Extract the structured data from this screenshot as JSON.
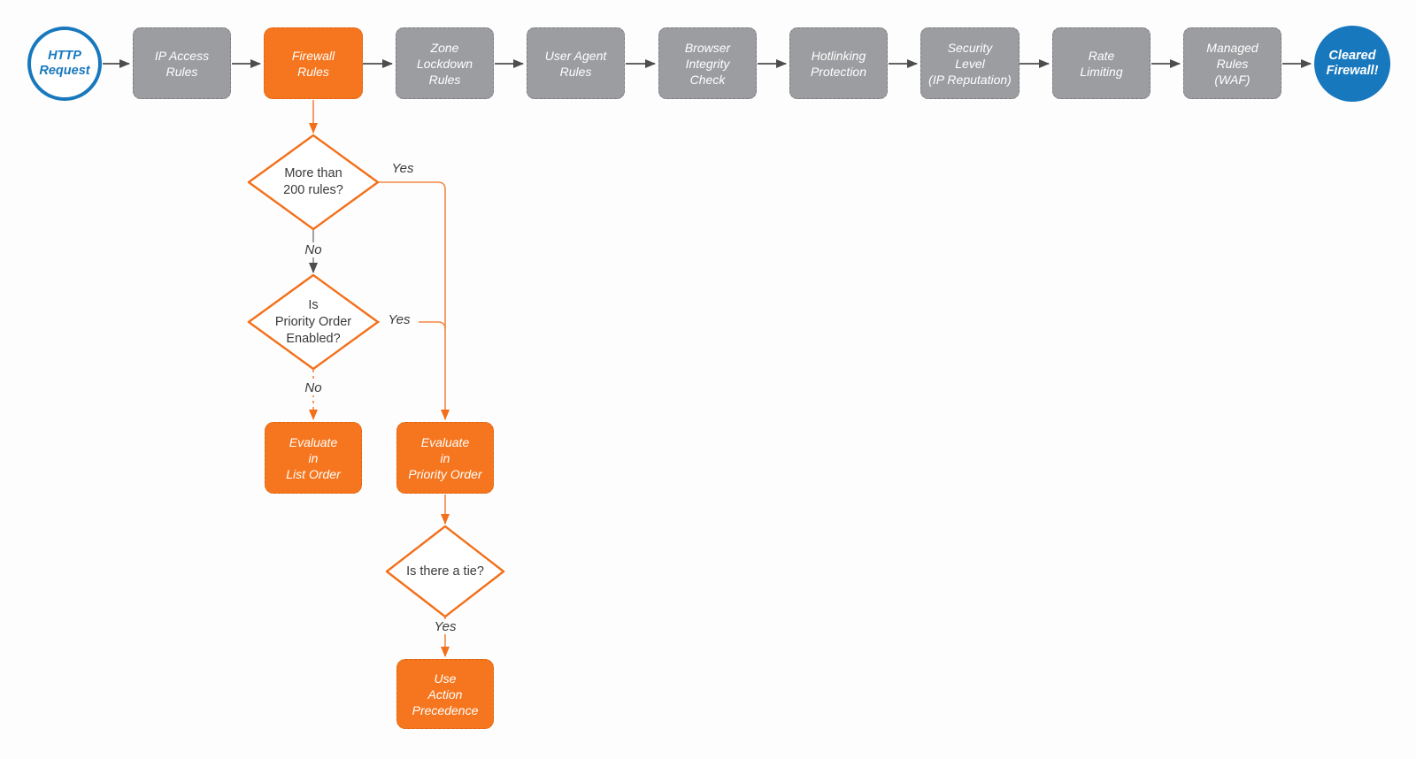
{
  "colors": {
    "orange_line": "#F3701B",
    "orange_fill": "#F5761E",
    "gray_fill": "#9C9DA0",
    "blue": "#1878BE",
    "arrow_gray": "#4D4D4D",
    "text_dark": "#3A3A3A",
    "node_text": "#FFFFFF"
  },
  "nodes": {
    "http_request": {
      "type": "terminator-start",
      "label": "HTTP\nRequest"
    },
    "ip_access": {
      "type": "process",
      "label": "IP Access\nRules"
    },
    "firewall": {
      "type": "process-highlight",
      "label": "Firewall\nRules"
    },
    "zone_lockdown": {
      "type": "process",
      "label": "Zone\nLockdown\nRules"
    },
    "user_agent": {
      "type": "process",
      "label": "User Agent\nRules"
    },
    "browser_integrity": {
      "type": "process",
      "label": "Browser\nIntegrity\nCheck"
    },
    "hotlinking": {
      "type": "process",
      "label": "Hotlinking\nProtection"
    },
    "security_level": {
      "type": "process",
      "label": "Security\nLevel\n(IP Reputation)"
    },
    "rate_limiting": {
      "type": "process",
      "label": "Rate\nLimiting"
    },
    "managed_rules": {
      "type": "process",
      "label": "Managed\nRules\n(WAF)"
    },
    "cleared_firewall": {
      "type": "terminator-end",
      "label": "Cleared\nFirewall!"
    },
    "d_more_than_200": {
      "type": "decision",
      "label": "More than\n200 rules?"
    },
    "d_priority_order": {
      "type": "decision",
      "label": "Is\nPriority Order\nEnabled?"
    },
    "d_tie": {
      "type": "decision",
      "label": "Is there a tie?"
    },
    "eval_list": {
      "type": "process-highlight",
      "label": "Evaluate\nin\nList Order"
    },
    "eval_priority": {
      "type": "process-highlight",
      "label": "Evaluate\nin\nPriority Order"
    },
    "use_action": {
      "type": "process-highlight",
      "label": "Use\nAction\nPrecedence"
    }
  },
  "edge_labels": {
    "d1_yes": "Yes",
    "d1_no": "No",
    "d2_yes": "Yes",
    "d2_no": "No",
    "d3_yes": "Yes"
  },
  "edges": [
    {
      "from": "http_request",
      "to": "ip_access"
    },
    {
      "from": "ip_access",
      "to": "firewall"
    },
    {
      "from": "firewall",
      "to": "zone_lockdown"
    },
    {
      "from": "zone_lockdown",
      "to": "user_agent"
    },
    {
      "from": "user_agent",
      "to": "browser_integrity"
    },
    {
      "from": "browser_integrity",
      "to": "hotlinking"
    },
    {
      "from": "hotlinking",
      "to": "security_level"
    },
    {
      "from": "security_level",
      "to": "rate_limiting"
    },
    {
      "from": "rate_limiting",
      "to": "managed_rules"
    },
    {
      "from": "managed_rules",
      "to": "cleared_firewall"
    },
    {
      "from": "firewall",
      "to": "d_more_than_200"
    },
    {
      "from": "d_more_than_200",
      "to": "eval_priority",
      "label": "Yes"
    },
    {
      "from": "d_more_than_200",
      "to": "d_priority_order",
      "label": "No"
    },
    {
      "from": "d_priority_order",
      "to": "eval_priority",
      "label": "Yes"
    },
    {
      "from": "d_priority_order",
      "to": "eval_list",
      "label": "No"
    },
    {
      "from": "eval_priority",
      "to": "d_tie"
    },
    {
      "from": "d_tie",
      "to": "use_action",
      "label": "Yes"
    }
  ]
}
